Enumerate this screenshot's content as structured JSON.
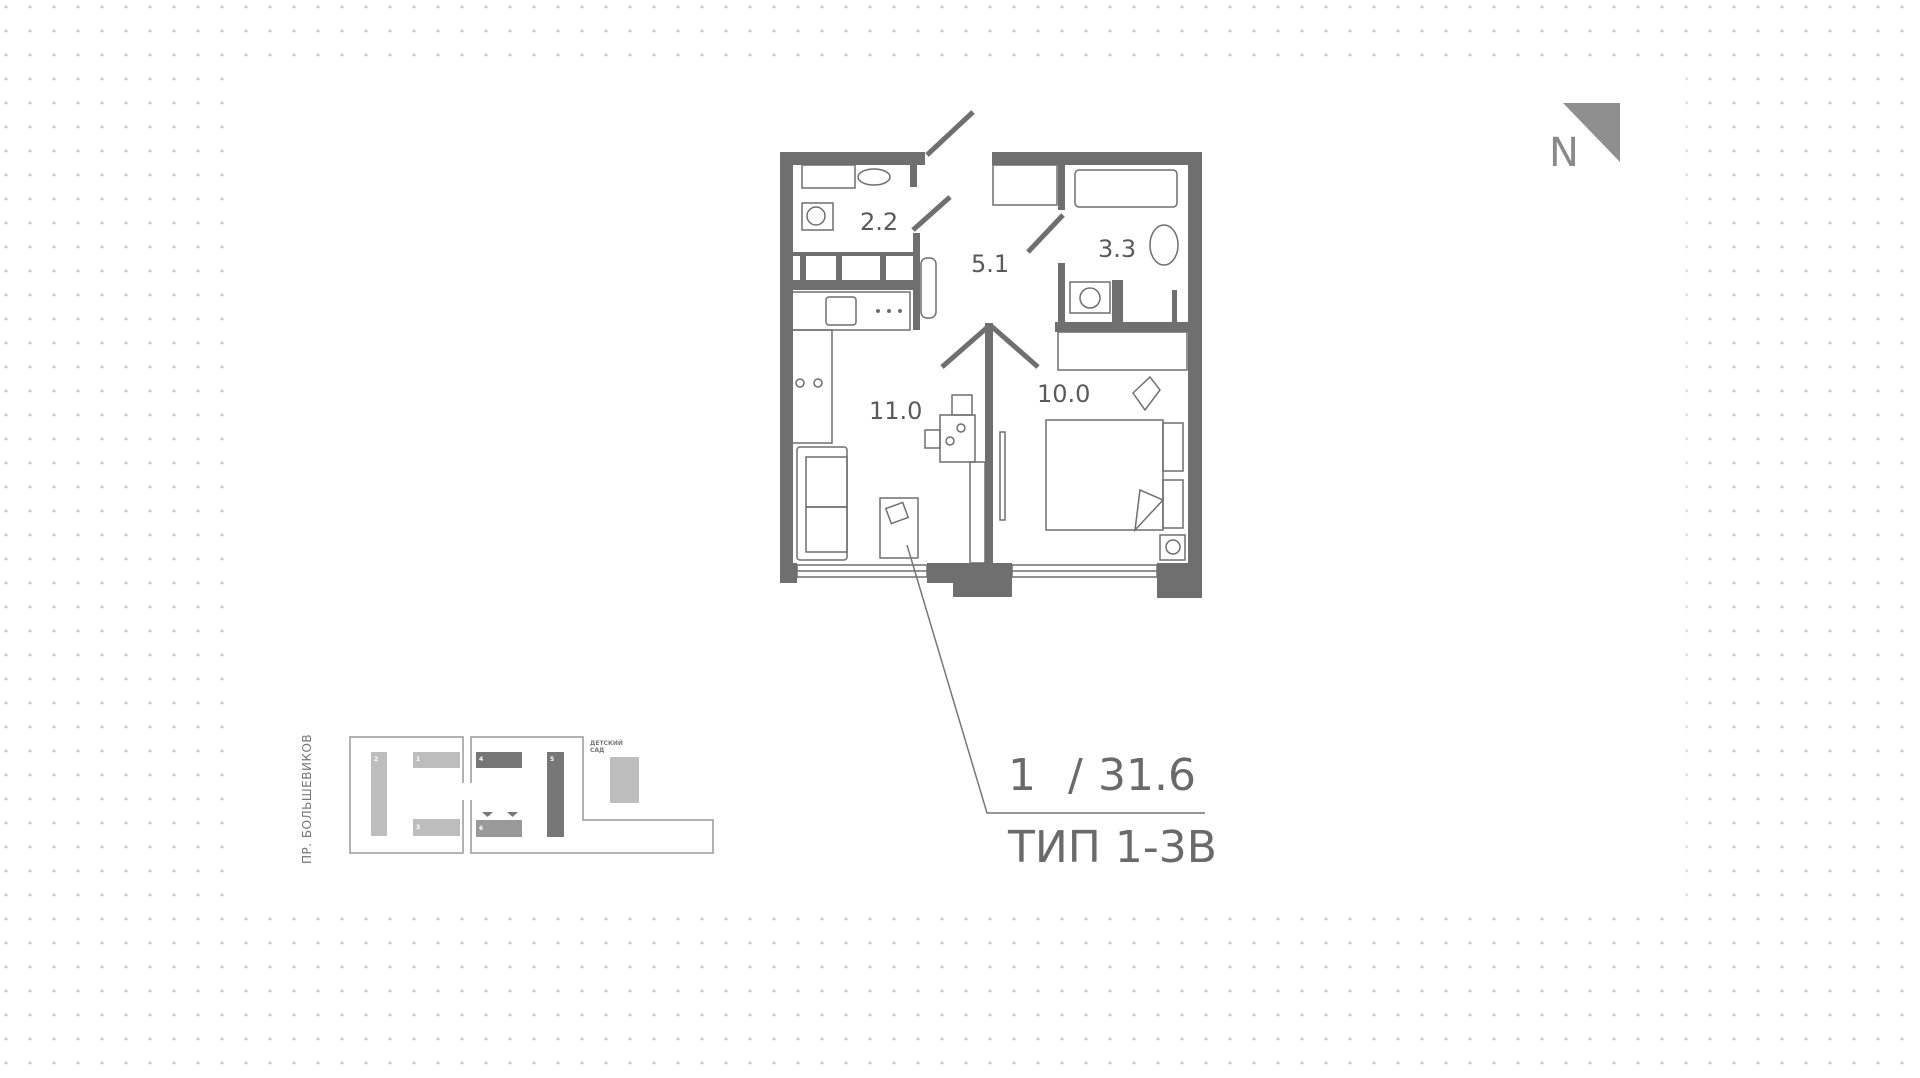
{
  "plan": {
    "rooms": [
      {
        "name": "bathroom",
        "area": "2.2"
      },
      {
        "name": "hallway",
        "area": "5.1"
      },
      {
        "name": "bathroom-2",
        "area": "3.3"
      },
      {
        "name": "living-kitchen",
        "area": "11.0"
      },
      {
        "name": "bedroom",
        "area": "10.0"
      }
    ],
    "wall_color": "#6f6f6f"
  },
  "summary": {
    "rooms_count": "1",
    "separator": "/",
    "total_area": "31.6",
    "type": "ТИП 1-3В"
  },
  "compass": {
    "label": "N"
  },
  "site_map": {
    "street": "ПР. БОЛЬШЕВИКОВ",
    "kindergarten_line1": "ДЕТСКИЙ",
    "kindergarten_line2": "САД",
    "buildings": [
      "1",
      "2",
      "3",
      "4",
      "5",
      "6"
    ]
  }
}
